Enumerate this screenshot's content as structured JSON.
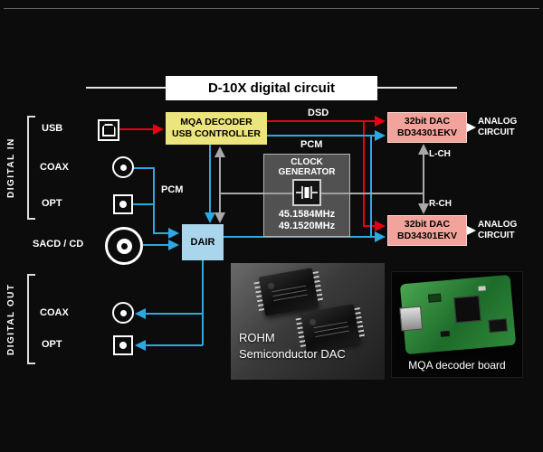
{
  "title": "D-10X digital circuit",
  "sections": {
    "digital_in": "DIGITAL IN",
    "digital_out": "DIGITAL OUT"
  },
  "ports": {
    "usb": "USB",
    "coax_in": "COAX",
    "opt_in": "OPT",
    "sacd": "SACD / CD",
    "coax_out": "COAX",
    "opt_out": "OPT"
  },
  "blocks": {
    "mqa": {
      "line1": "MQA DECODER",
      "line2": "USB CONTROLLER"
    },
    "clock": {
      "title": "CLOCK GENERATOR",
      "freq1": "45.1584MHz",
      "freq2": "49.1520MHz"
    },
    "dac_l": {
      "line1": "32bit DAC",
      "line2": "BD34301EKV"
    },
    "dac_r": {
      "line1": "32bit DAC",
      "line2": "BD34301EKV"
    },
    "dair": "DAIR"
  },
  "signals": {
    "dsd": "DSD",
    "pcm_top": "PCM",
    "pcm_left": "PCM",
    "lch": "L-CH",
    "rch": "R-CH"
  },
  "analog": {
    "top_line1": "ANALOG",
    "top_line2": "CIRCUIT",
    "bottom_line1": "ANALOG",
    "bottom_line2": "CIRCUIT"
  },
  "photos": {
    "rohm": {
      "caption_line1": "ROHM",
      "caption_line2": "Semiconductor DAC"
    },
    "mqa_board": {
      "caption": "MQA decoder board"
    }
  },
  "colors": {
    "dsd_red": "#e60012",
    "pcm_blue": "#2ea8e0",
    "clock_gray": "#a9a9a9",
    "mqa_yellow": "#ece47c",
    "dac_pink": "#f2a49c",
    "dair_blue": "#a9d6ec"
  }
}
